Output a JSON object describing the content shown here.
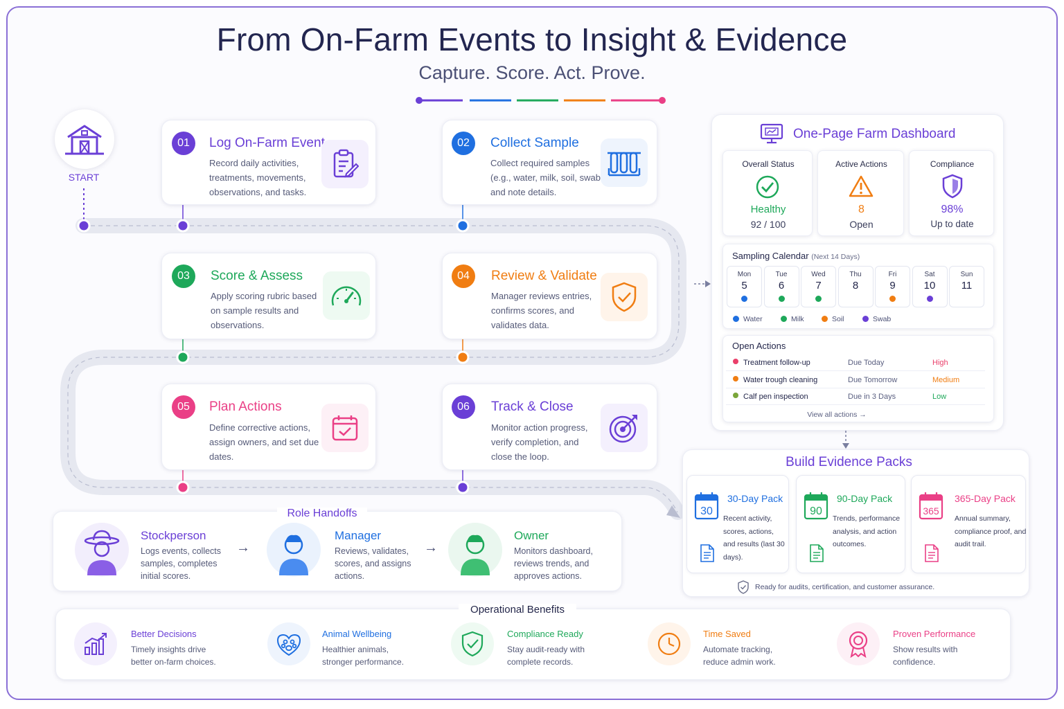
{
  "header": {
    "title": "From On-Farm Events to Insight & Evidence",
    "subtitle": "Capture. Score. Act. Prove."
  },
  "start": {
    "label": "START"
  },
  "steps": [
    {
      "num": "01",
      "title": "Log On-Farm Event",
      "desc": "Record daily activities, treatments, movements, observations, and tasks.",
      "color": "#6a3fd6",
      "icon": "clipboard-edit-icon"
    },
    {
      "num": "02",
      "title": "Collect Sample",
      "desc": "Collect required samples (e.g., water, milk, soil, swabs) and note details.",
      "color": "#1f6fe0",
      "icon": "test-tubes-icon"
    },
    {
      "num": "03",
      "title": "Score & Assess",
      "desc": "Apply scoring rubric based on sample results and observations.",
      "color": "#1ea85a",
      "icon": "gauge-icon"
    },
    {
      "num": "04",
      "title": "Review & Validate",
      "desc": "Manager reviews entries, confirms scores, and validates data.",
      "color": "#f07d12",
      "icon": "shield-check-icon"
    },
    {
      "num": "05",
      "title": "Plan Actions",
      "desc": "Define corrective actions, assign owners, and set due dates.",
      "color": "#ea3f86",
      "icon": "calendar-check-icon"
    },
    {
      "num": "06",
      "title": "Track & Close",
      "desc": "Monitor action progress, verify completion, and close the loop.",
      "color": "#6a3fd6",
      "icon": "target-icon"
    }
  ],
  "dashboard": {
    "title": "One-Page Farm Dashboard",
    "kpis": [
      {
        "label": "Overall Status",
        "value": "Healthy",
        "sub": "92 / 100",
        "color": "#1ea85a",
        "icon": "check-circle-icon"
      },
      {
        "label": "Active Actions",
        "value": "8",
        "sub": "Open",
        "color": "#f07d12",
        "icon": "warning-icon"
      },
      {
        "label": "Compliance",
        "value": "98%",
        "sub": "Up to date",
        "color": "#6a3fd6",
        "icon": "shield-icon"
      }
    ],
    "calendar": {
      "title": "Sampling Calendar",
      "range": "(Next 14 Days)",
      "days": [
        {
          "name": "Mon",
          "date": "5",
          "dot": "#1f6fe0"
        },
        {
          "name": "Tue",
          "date": "6",
          "dot": "#1ea85a"
        },
        {
          "name": "Wed",
          "date": "7",
          "dot": "#1ea85a"
        },
        {
          "name": "Thu",
          "date": "8",
          "dot": ""
        },
        {
          "name": "Fri",
          "date": "9",
          "dot": "#f07d12"
        },
        {
          "name": "Sat",
          "date": "10",
          "dot": "#6a3fd6"
        },
        {
          "name": "Sun",
          "date": "11",
          "dot": ""
        }
      ],
      "legend": [
        {
          "label": "Water",
          "color": "#1f6fe0"
        },
        {
          "label": "Milk",
          "color": "#1ea85a"
        },
        {
          "label": "Soil",
          "color": "#f07d12"
        },
        {
          "label": "Swab",
          "color": "#6a3fd6"
        }
      ]
    },
    "open_actions": {
      "title": "Open Actions",
      "rows": [
        {
          "name": "Treatment follow-up",
          "due": "Due Today",
          "priority": "High",
          "dot": "#ea3f6a",
          "pcolor": "#ea3f6a"
        },
        {
          "name": "Water trough cleaning",
          "due": "Due Tomorrow",
          "priority": "Medium",
          "dot": "#f07d12",
          "pcolor": "#f07d12"
        },
        {
          "name": "Calf pen inspection",
          "due": "Due in 3 Days",
          "priority": "Low",
          "dot": "#7aa63a",
          "pcolor": "#1ea85a"
        }
      ],
      "view_all": "View all actions →"
    }
  },
  "evidence": {
    "title": "Build Evidence Packs",
    "packs": [
      {
        "num": "30",
        "title": "30-Day Pack",
        "desc": "Recent activity, scores, actions, and results (last 30 days).",
        "color": "#1f6fe0"
      },
      {
        "num": "90",
        "title": "90-Day Pack",
        "desc": "Trends, performance analysis, and action outcomes.",
        "color": "#1ea85a"
      },
      {
        "num": "365",
        "title": "365-Day Pack",
        "desc": "Annual summary, compliance proof, and audit trail.",
        "color": "#ea3f86"
      }
    ],
    "footer": "Ready for audits, certification, and customer assurance."
  },
  "roles": {
    "title": "Role Handoffs",
    "items": [
      {
        "name": "Stockperson",
        "desc": "Logs events, collects samples, completes initial scores.",
        "color": "#6a3fd6"
      },
      {
        "name": "Manager",
        "desc": "Reviews, validates, scores, and assigns actions.",
        "color": "#1f6fe0"
      },
      {
        "name": "Owner",
        "desc": "Monitors dashboard, reviews trends, and approves actions.",
        "color": "#1ea85a"
      }
    ]
  },
  "benefits": {
    "title": "Operational Benefits",
    "items": [
      {
        "title": "Better Decisions",
        "desc": "Timely insights drive better on-farm choices.",
        "color": "#6a3fd6",
        "icon": "bar-chart-icon"
      },
      {
        "title": "Animal Wellbeing",
        "desc": "Healthier animals, stronger performance.",
        "color": "#1f6fe0",
        "icon": "paw-heart-icon"
      },
      {
        "title": "Compliance Ready",
        "desc": "Stay audit-ready with complete records.",
        "color": "#1ea85a",
        "icon": "shield-check-icon"
      },
      {
        "title": "Time Saved",
        "desc": "Automate tracking, reduce admin work.",
        "color": "#f07d12",
        "icon": "clock-icon"
      },
      {
        "title": "Proven Performance",
        "desc": "Show results with confidence.",
        "color": "#ea3f86",
        "icon": "award-icon"
      }
    ]
  }
}
